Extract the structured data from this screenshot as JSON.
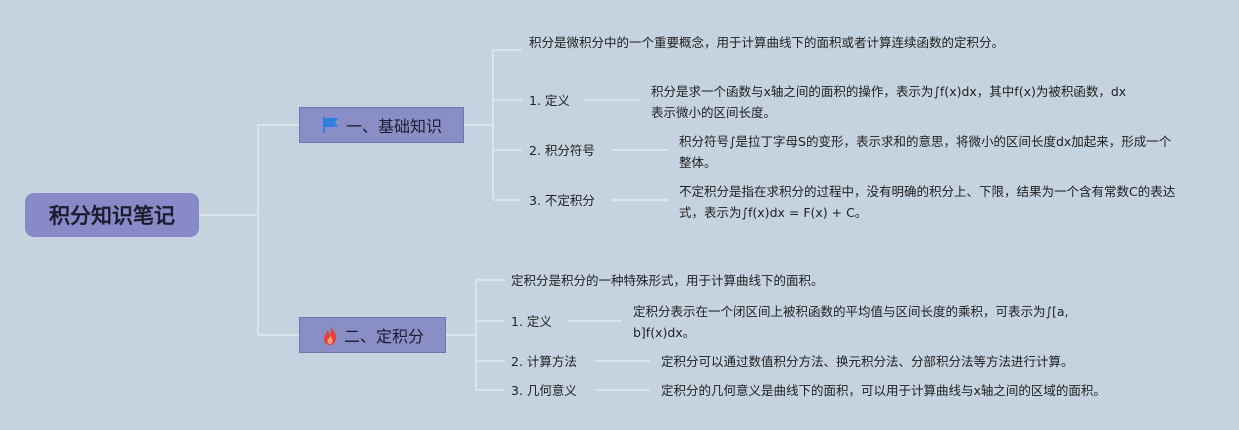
{
  "root": {
    "title": "积分知识笔记"
  },
  "branches": [
    {
      "label": "一、基础知识",
      "icon": "flag-icon",
      "intro": "积分是微积分中的一个重要概念，用于计算曲线下的面积或者计算连续函数的定积分。",
      "items": [
        {
          "label": "1. 定义",
          "desc": "积分是求一个函数与x轴之间的面积的操作，表示为∫f(x)dx，其中f(x)为被积函数，dx表示微小的区间长度。"
        },
        {
          "label": "2. 积分符号",
          "desc": "积分符号∫是拉丁字母S的变形，表示求和的意思，将微小的区间长度dx加起来，形成一个整体。"
        },
        {
          "label": "3. 不定积分",
          "desc": "不定积分是指在求积分的过程中，没有明确的积分上、下限，结果为一个含有常数C的表达式，表示为∫f(x)dx = F(x) + C。"
        }
      ]
    },
    {
      "label": "二、定积分",
      "icon": "fire-icon",
      "intro": "定积分是积分的一种特殊形式，用于计算曲线下的面积。",
      "items": [
        {
          "label": "1. 定义",
          "desc": "定积分表示在一个闭区间上被积函数的平均值与区间长度的乘积，可表示为∫[a, b]f(x)dx。"
        },
        {
          "label": "2. 计算方法",
          "desc": "定积分可以通过数值积分方法、换元积分法、分部积分法等方法进行计算。"
        },
        {
          "label": "3. 几何意义",
          "desc": "定积分的几何意义是曲线下的面积，可以用于计算曲线与x轴之间的区域的面积。"
        }
      ]
    }
  ],
  "colors": {
    "background": "#c5d2df",
    "node": "#8a8ec6",
    "line": "#e2e8ef",
    "flag": "#2e7fe0",
    "fire": "#e8403a"
  }
}
